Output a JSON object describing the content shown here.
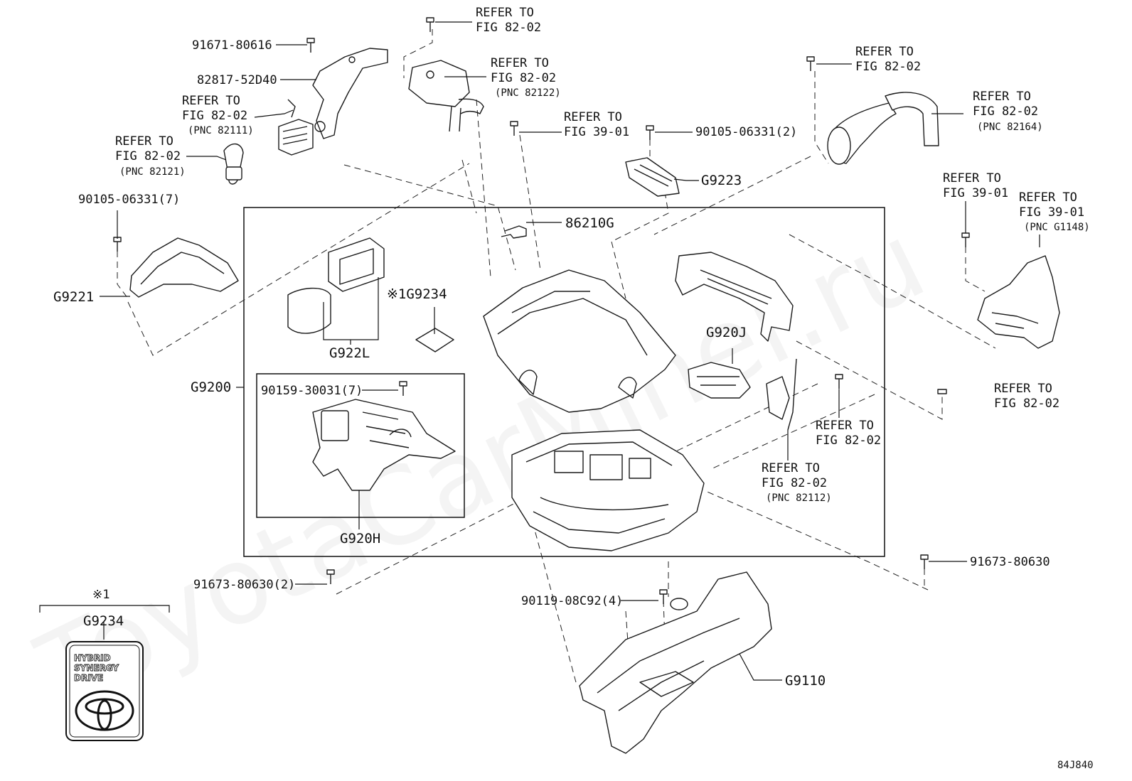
{
  "diagram_code": "84J840",
  "watermark": "ToyotaCarMiner.ru",
  "labels": {
    "refer_82_02_top": [
      "REFER TO",
      "FIG 82-02"
    ],
    "p91671": "91671-80616",
    "p82817": "82817-52D40",
    "refer_82_02_pnc82122": [
      "REFER TO",
      "FIG 82-02",
      "(PNC 82122)"
    ],
    "refer_82_02_pnc82111": [
      "REFER TO",
      "FIG 82-02",
      "(PNC 82111)"
    ],
    "refer_82_02_pnc82121": [
      "REFER TO",
      "FIG 82-02",
      "(PNC 82121)"
    ],
    "refer_39_01_mid": [
      "REFER TO",
      "FIG 39-01"
    ],
    "p90105_2": "90105-06331(2)",
    "refer_82_02_right": [
      "REFER TO",
      "FIG 82-02"
    ],
    "refer_82_02_pnc82164": [
      "REFER TO",
      "FIG 82-02",
      "(PNC 82164)"
    ],
    "gG9223": "G9223",
    "p90105_7": "90105-06331(7)",
    "p86210G": "86210G",
    "refer_39_01_right": [
      "REFER TO",
      "FIG 39-01"
    ],
    "refer_39_01_pncG1148": [
      "REFER TO",
      "FIG 39-01",
      "(PNC G1148)"
    ],
    "gG9221": "G9221",
    "gG9234_ref": "※1G9234",
    "gG922L": "G922L",
    "gG920J": "G920J",
    "gG9200": "G9200",
    "p90159": "90159-30031(7)",
    "refer_82_02_br": [
      "REFER TO",
      "FIG 82-02"
    ],
    "refer_82_02_mid": [
      "REFER TO",
      "FIG 82-02"
    ],
    "refer_82_02_pnc82112": [
      "REFER TO",
      "FIG 82-02",
      "(PNC 82112)"
    ],
    "gG920H": "G920H",
    "p91673_r": "91673-80630",
    "p91673_l": "91673-80630(2)",
    "p90119": "90119-08C92(4)",
    "gG9110": "G9110",
    "footnote_mark": "※1",
    "gG9234": "G9234"
  },
  "emblem": {
    "line1": "HYBRID",
    "line2": "SYNERGY",
    "line3": "DRIVE"
  }
}
